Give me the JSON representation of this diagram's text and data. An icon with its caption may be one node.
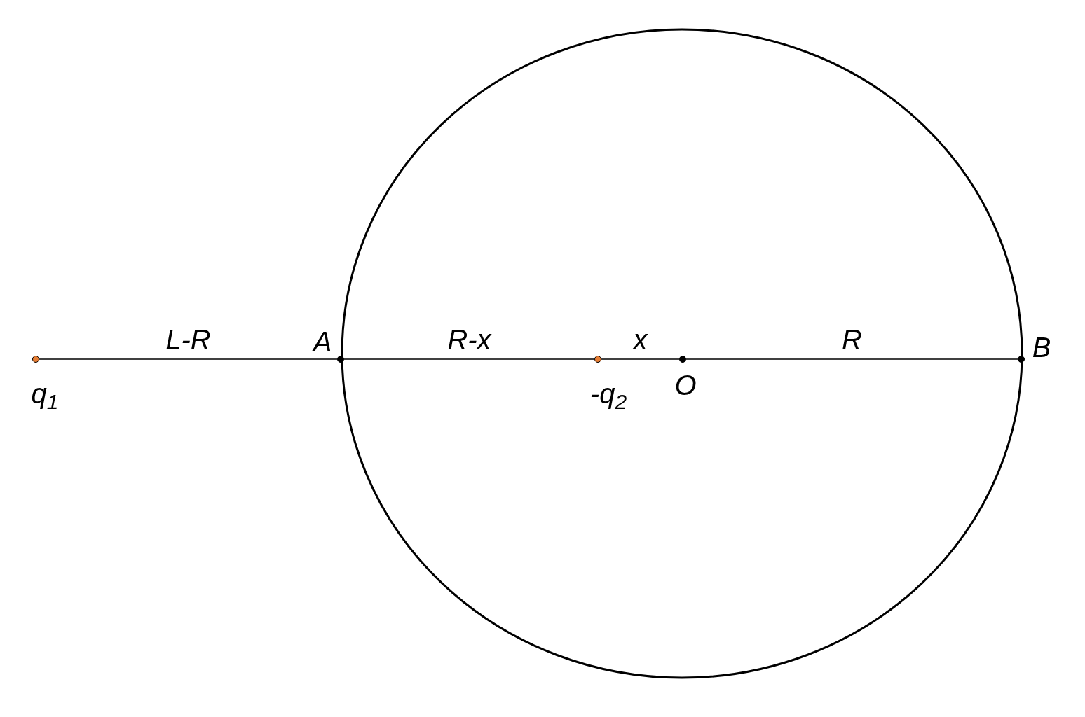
{
  "diagram": {
    "nodes": [
      {
        "text": [
          "q$_{1}$"
        ]
      },
      {
        "text": [
          "A"
        ]
      },
      {
        "text": [
          "-q$_{2}$"
        ]
      },
      {
        "text": [
          "O"
        ]
      },
      {
        "text": [
          "B"
        ]
      }
    ],
    "edges": [
      {
        "from": 0,
        "to": 1,
        "arrow": "none",
        "label": "L-R"
      },
      {
        "from": 1,
        "to": 2,
        "arrow": "none",
        "label": "R-x"
      },
      {
        "from": 2,
        "to": 3,
        "arrow": "none",
        "label": "x"
      },
      {
        "from": 3,
        "to": 4,
        "arrow": "none",
        "label": "R"
      }
    ]
  }
}
